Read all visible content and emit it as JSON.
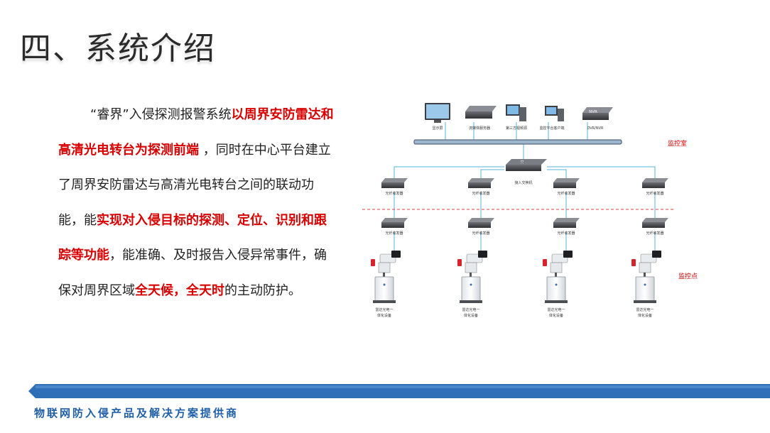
{
  "title": "四、系统介绍",
  "body": {
    "parts": [
      {
        "text": "“睿界”入侵探测报警系统",
        "em": false
      },
      {
        "text": "以周界安防雷达和高清光电转台为探测前端",
        "em": true
      },
      {
        "text": " ，同时在中心平台建立了周界安防雷达与高清光电转台之间的联动功能，能",
        "em": false
      },
      {
        "text": "实现对入侵目标的探测、定位、识别和跟踪等功能",
        "em": true
      },
      {
        "text": "，能准确、及时报告入侵异常事件，确保对周界区域",
        "em": false
      },
      {
        "text": "全天候，全天时",
        "em": true
      },
      {
        "text": "的主动防护。",
        "em": false
      }
    ]
  },
  "diagram": {
    "top_devices": [
      "显示屏",
      "流媒体服务器",
      "第三方视频源",
      "监控平台客户端",
      "DVR/NVR"
    ],
    "nvr_text": "NVR",
    "switch_label": "接入交换机",
    "transceiver_label": "光纤收发器",
    "device_label_line1": "雷达光电一",
    "device_label_line2": "体化设备",
    "zone_control_room": "监控室",
    "zone_monitor_point": "监控点",
    "accent_color": "#d80000",
    "line_color": "#5ab4d8"
  },
  "footer": {
    "text": "物联网防入侵产品及解决方案提供商",
    "bar_color": "#2f6fb8"
  }
}
